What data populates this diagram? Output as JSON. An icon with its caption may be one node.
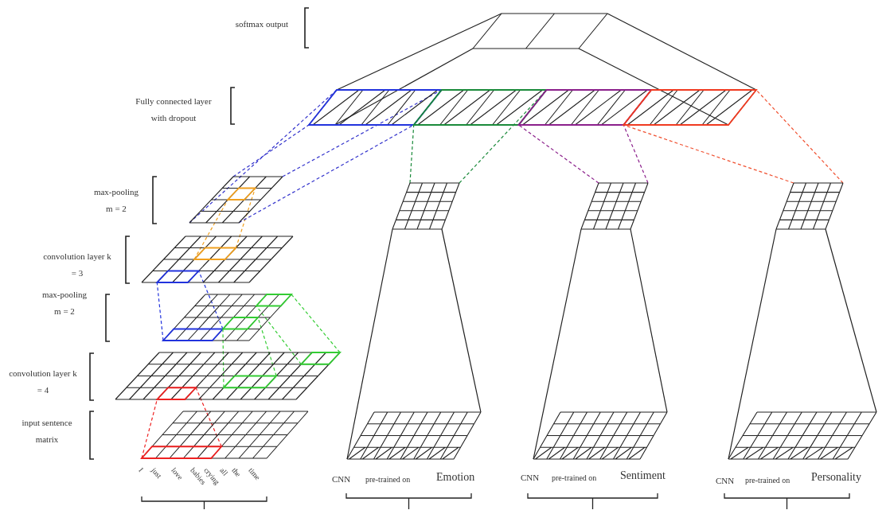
{
  "diagram": {
    "nodes": [
      {
        "text": [],
        "shape": "grid"
      },
      {
        "text": [],
        "shape": "grid"
      },
      {
        "text": [],
        "shape": "grid"
      },
      {
        "text": [],
        "shape": "grid"
      },
      {
        "text": [],
        "shape": "grid"
      },
      {
        "text": [],
        "shape": "grid"
      },
      {
        "text": [],
        "shape": "grid"
      },
      {
        "text": [],
        "shape": "grid"
      },
      {
        "text": [],
        "shape": "grid"
      },
      {
        "text": [],
        "shape": "grid"
      },
      {
        "text": [],
        "shape": "grid"
      },
      {
        "text": [],
        "shape": "grid"
      },
      {
        "text": [],
        "shape": "grid"
      }
    ],
    "edges": [
      {
        "from": 6,
        "to": 5,
        "arrow": "none",
        "style": "dashed",
        "color": "#ee2222"
      },
      {
        "from": 6,
        "to": 5,
        "arrow": "none",
        "style": "dashed",
        "color": "#ee2222"
      },
      {
        "from": 5,
        "to": 4,
        "arrow": "none",
        "style": "dashed",
        "color": "#33cc33"
      },
      {
        "from": 5,
        "to": 4,
        "arrow": "none",
        "style": "dashed",
        "color": "#33cc33"
      },
      {
        "from": 5,
        "to": 4,
        "arrow": "none",
        "style": "dashed",
        "color": "#33cc33"
      },
      {
        "from": 5,
        "to": 4,
        "arrow": "none",
        "style": "dashed",
        "color": "#33cc33"
      },
      {
        "from": 4,
        "to": 3,
        "arrow": "none",
        "style": "dashed",
        "color": "#2233dd"
      },
      {
        "from": 4,
        "to": 3,
        "arrow": "none",
        "style": "dashed",
        "color": "#2233dd"
      },
      {
        "from": 3,
        "to": 2,
        "arrow": "none",
        "style": "dashed",
        "color": "#f0a020"
      },
      {
        "from": 3,
        "to": 2,
        "arrow": "none",
        "style": "dashed",
        "color": "#f0a020"
      },
      {
        "from": 2,
        "to": 1,
        "arrow": "none",
        "style": "dashed",
        "color": "#3333cc"
      },
      {
        "from": 2,
        "to": 1,
        "arrow": "none",
        "style": "dashed",
        "color": "#3333cc"
      },
      {
        "from": 2,
        "to": 1,
        "arrow": "none",
        "style": "dashed",
        "color": "#3333cc"
      },
      {
        "from": 2,
        "to": 1,
        "arrow": "none",
        "style": "dashed",
        "color": "#3333cc"
      },
      {
        "from": 7,
        "to": 1,
        "arrow": "none",
        "style": "dashed",
        "color": "#1a8a3a"
      },
      {
        "from": 7,
        "to": 1,
        "arrow": "none",
        "style": "dashed",
        "color": "#1a8a3a"
      },
      {
        "from": 9,
        "to": 1,
        "arrow": "none",
        "style": "dashed",
        "color": "#8b1f8b"
      },
      {
        "from": 9,
        "to": 1,
        "arrow": "none",
        "style": "dashed",
        "color": "#8b1f8b"
      },
      {
        "from": 11,
        "to": 1,
        "arrow": "none",
        "style": "dashed",
        "color": "#f05030"
      },
      {
        "from": 11,
        "to": 1,
        "arrow": "none",
        "style": "dashed",
        "color": "#f05030"
      },
      {
        "from": 1,
        "to": 0,
        "arrow": "none"
      },
      {
        "from": 1,
        "to": 0,
        "arrow": "none"
      },
      {
        "from": 1,
        "to": 0,
        "arrow": "none"
      },
      {
        "from": 1,
        "to": 0,
        "arrow": "none"
      },
      {
        "from": 8,
        "to": 7,
        "arrow": "none"
      },
      {
        "from": 8,
        "to": 7,
        "arrow": "none"
      },
      {
        "from": 10,
        "to": 9,
        "arrow": "none"
      },
      {
        "from": 10,
        "to": 9,
        "arrow": "none"
      },
      {
        "from": 12,
        "to": 11,
        "arrow": "none"
      },
      {
        "from": 12,
        "to": 11,
        "arrow": "none"
      }
    ],
    "labels": [
      "softmax output",
      "Fully connected layer with dropout",
      "max-pooling m = 2",
      "convolution layer k = 3",
      "max-pooling m = 2",
      "convolution layer k = 4",
      "input sentence matrix",
      "I",
      "just",
      "love",
      "babies",
      "crying",
      "all",
      "the",
      "time",
      "CNN",
      "pre-trained on",
      "Emotion",
      "CNN",
      "pre-trained on",
      "Sentiment",
      "CNN",
      "pre-trained on",
      "Personality"
    ]
  }
}
